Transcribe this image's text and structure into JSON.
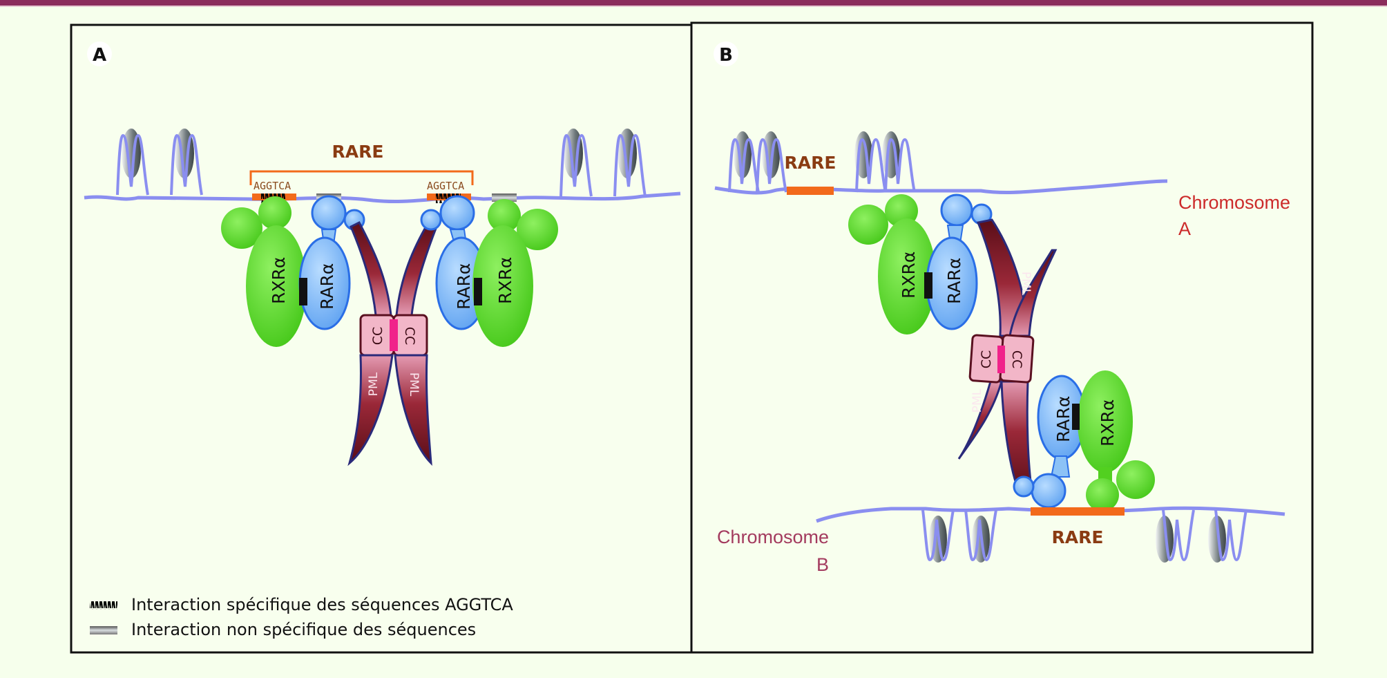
{
  "figure": {
    "panels": [
      {
        "letter": "A",
        "rare_label": "RARE",
        "sequence_labels": [
          "AGGTCA",
          "AGGTCA"
        ],
        "proteins": {
          "rxr": "RXRα",
          "rar": "RARα",
          "pml": "PML",
          "cc": "CC"
        },
        "legend": [
          {
            "icon": "specific-interaction-icon",
            "text": "Interaction spécifique des séquences AGGTCA"
          },
          {
            "icon": "nonspecific-interaction-icon",
            "text": "Interaction non spécifique des séquences"
          }
        ]
      },
      {
        "letter": "B",
        "rare_top_label": "RARE",
        "rare_bottom_label": "RARE",
        "chromosome_a": [
          "Chromosome",
          "A"
        ],
        "chromosome_b": [
          "Chromosome",
          "B"
        ],
        "proteins": {
          "rxr": "RXRα",
          "rar": "RARα",
          "pml": "PML",
          "cc": "CC"
        }
      }
    ],
    "colors": {
      "background": "#f6ffec",
      "header_bar": "#8b2d5c",
      "dna": "#8a8ef0",
      "rare": "#f26a1b",
      "rxr": "#5ed82a",
      "rar": "#6ab0f2",
      "pml_dark": "#6e1420",
      "pml_light": "#f0b8c8",
      "cc_link": "#f0228a"
    }
  }
}
